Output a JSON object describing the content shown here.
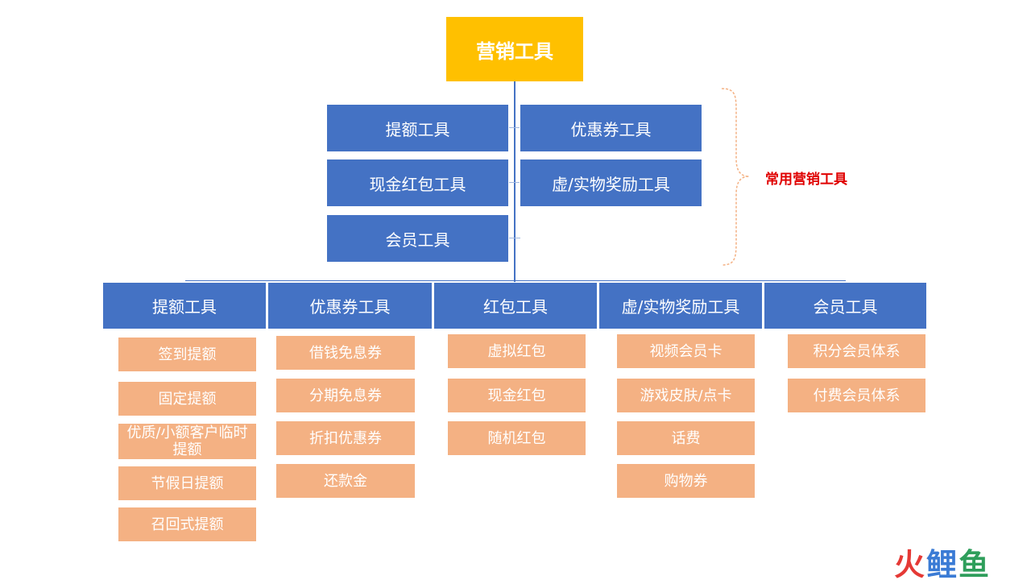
{
  "root": {
    "label": "营销工具"
  },
  "common_tools": {
    "left": [
      "提额工具",
      "现金红包工具",
      "会员工具"
    ],
    "right": [
      "优惠券工具",
      "虚/实物奖励工具"
    ],
    "brace_label": "常用营销工具"
  },
  "categories": [
    {
      "label": "提额工具",
      "items": [
        "签到提额",
        "固定提额",
        "优质/小额客户临时提额",
        "节假日提额",
        "召回式提额"
      ]
    },
    {
      "label": "优惠券工具",
      "items": [
        "借钱免息券",
        "分期免息券",
        "折扣优惠券",
        "还款金"
      ]
    },
    {
      "label": "红包工具",
      "items": [
        "虚拟红包",
        "现金红包",
        "随机红包"
      ]
    },
    {
      "label": "虚/实物奖励工具",
      "items": [
        "视频会员卡",
        "游戏皮肤/点卡",
        "话费",
        "购物券"
      ]
    },
    {
      "label": "会员工具",
      "items": [
        "积分会员体系",
        "付费会员体系"
      ]
    }
  ],
  "watermark": {
    "text": "火鲤鱼"
  },
  "colors": {
    "root": "#FFC000",
    "tool_box": "#4472C4",
    "item_box": "#F4B183",
    "brace": "#F4B183",
    "brace_label": "#E00000"
  }
}
